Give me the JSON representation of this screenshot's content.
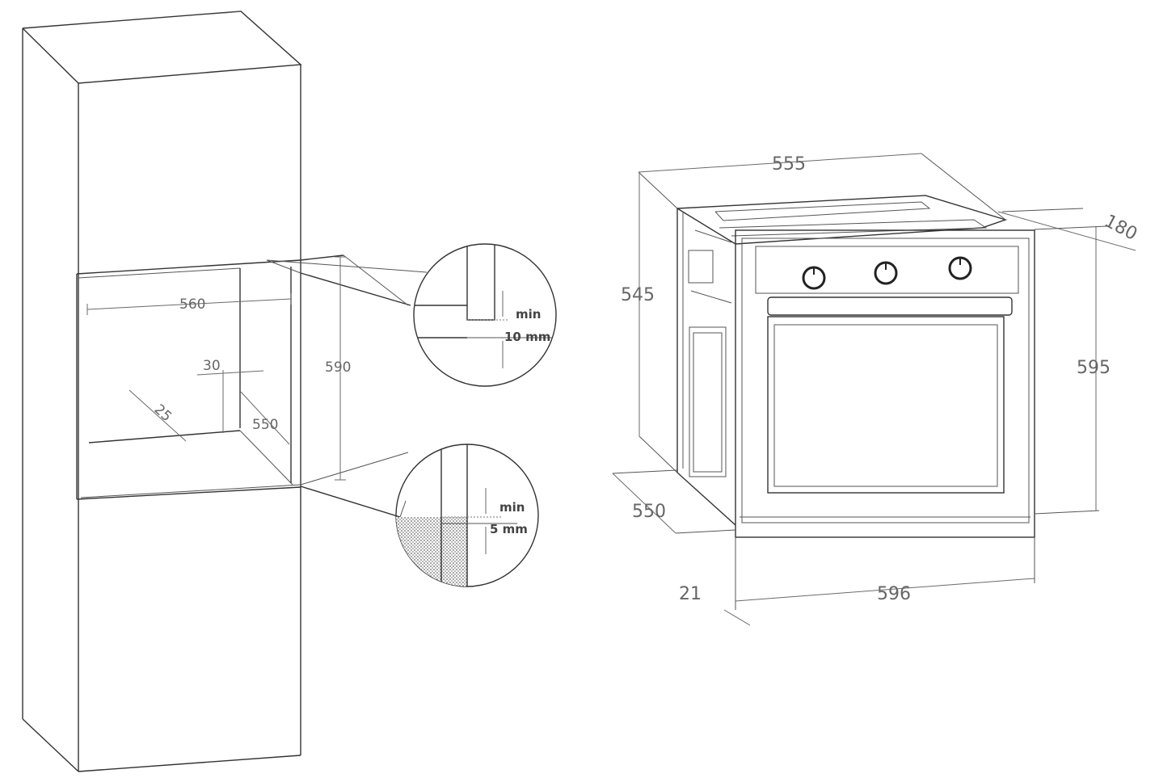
{
  "cabinet": {
    "dims": {
      "width": "560",
      "height": "590",
      "depth": "550",
      "rear_gap": "30",
      "side_gap": "25"
    }
  },
  "details": {
    "top": {
      "min": "min",
      "value": "10 mm"
    },
    "bottom": {
      "min": "min",
      "value": "5 mm"
    }
  },
  "oven": {
    "dims": {
      "top_width": "555",
      "body_height": "545",
      "panel_depth": "180",
      "front_height": "595",
      "depth": "550",
      "front_thickness": "21",
      "front_width": "596"
    },
    "knobs": [
      "control-knob-left",
      "control-knob-center",
      "control-knob-right"
    ]
  }
}
